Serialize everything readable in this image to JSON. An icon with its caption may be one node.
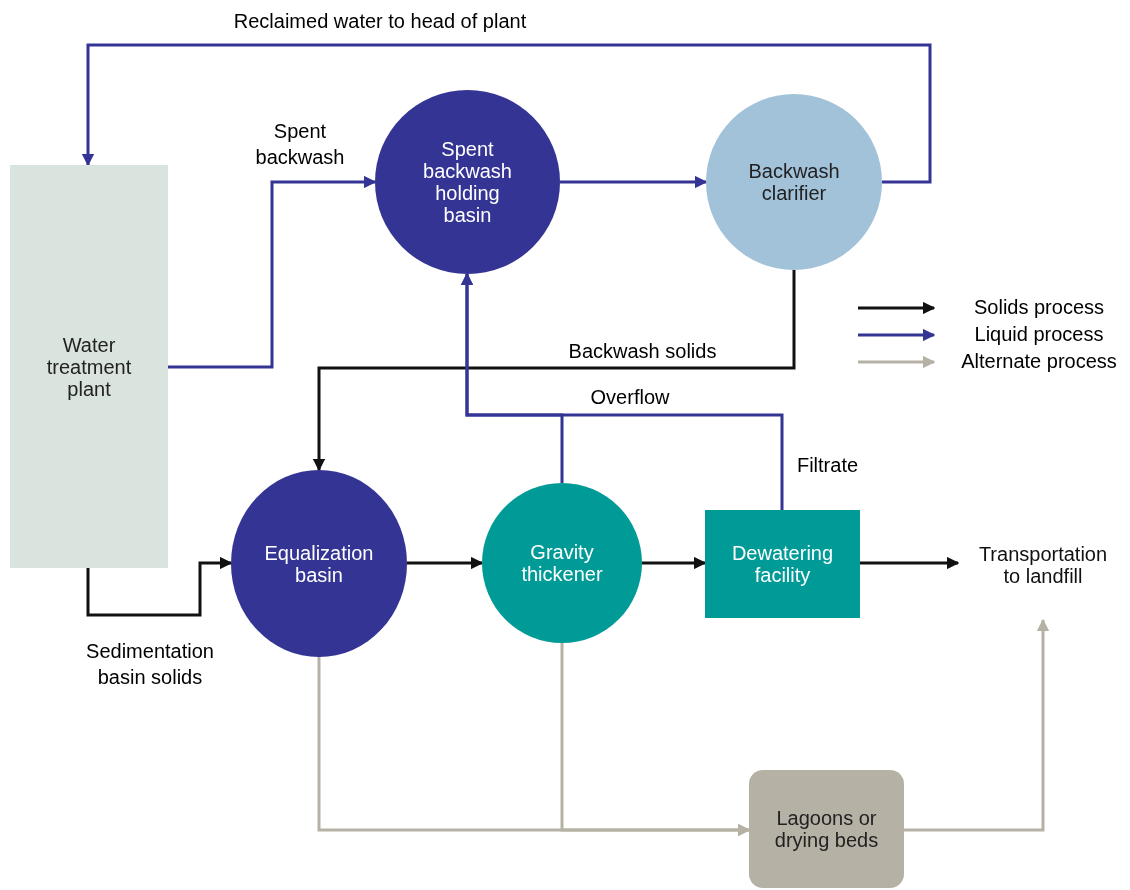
{
  "diagram": {
    "nodes": [
      {
        "text": [
          "Water treatment plant"
        ]
      },
      {
        "text": [
          "Spent backwash holding basin"
        ]
      },
      {
        "text": [
          "Backwash clarifier"
        ]
      },
      {
        "text": [
          "Equalization basin"
        ]
      },
      {
        "text": [
          "Gravity thickener"
        ]
      },
      {
        "text": [
          "Dewatering facility"
        ]
      },
      {
        "text": [
          "Transportation to landfill"
        ]
      },
      {
        "text": [
          "Lagoons or drying beds"
        ]
      }
    ],
    "edges": [
      {
        "from": 0,
        "to": 1,
        "arrow": "to",
        "label": "Spent backwash",
        "color": "#343494"
      },
      {
        "from": 1,
        "to": 2,
        "arrow": "to",
        "color": "#343494"
      },
      {
        "from": 2,
        "to": 0,
        "arrow": "to",
        "label": "Reclaimed water to head of plant",
        "color": "#343494"
      },
      {
        "from": 2,
        "to": 3,
        "arrow": "to",
        "label": "Backwash solids",
        "color": "#111111"
      },
      {
        "from": 0,
        "to": 3,
        "arrow": "to",
        "label": "Sedimentation basin solids",
        "color": "#111111"
      },
      {
        "from": 3,
        "to": 4,
        "arrow": "to",
        "color": "#111111"
      },
      {
        "from": 4,
        "to": 5,
        "arrow": "to",
        "color": "#111111"
      },
      {
        "from": 5,
        "to": 6,
        "arrow": "to",
        "color": "#111111"
      },
      {
        "from": 4,
        "to": 1,
        "arrow": "to",
        "label": "Overflow",
        "color": "#343494"
      },
      {
        "from": 5,
        "to": 1,
        "arrow": "to",
        "label": "Filtrate",
        "color": "#343494"
      },
      {
        "from": 3,
        "to": 7,
        "arrow": "to",
        "color": "#b5b1a4"
      },
      {
        "from": 4,
        "to": 7,
        "arrow": "to",
        "color": "#b5b1a4"
      },
      {
        "from": 7,
        "to": 6,
        "arrow": "to",
        "color": "#b5b1a4"
      }
    ],
    "legend": [
      {
        "text": "Solids process"
      },
      {
        "text": "Liquid process"
      },
      {
        "text": "Alternate process"
      }
    ]
  }
}
